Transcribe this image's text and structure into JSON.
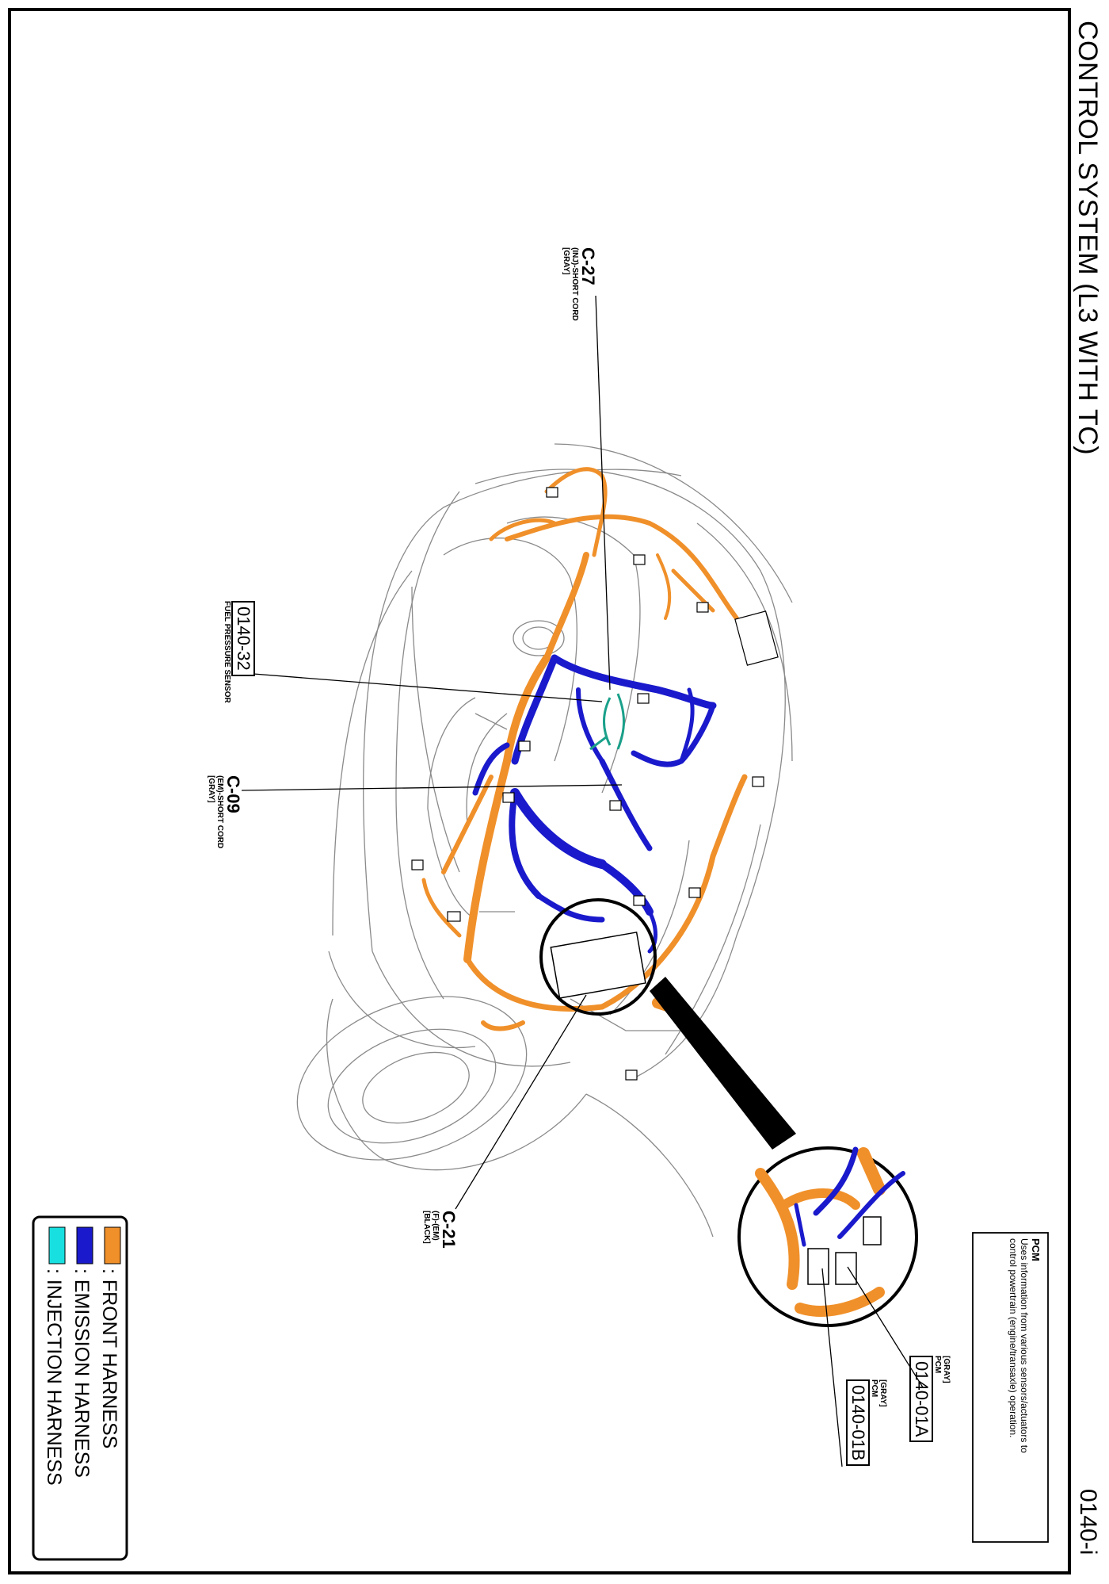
{
  "header": {
    "title": "CONTROL SYSTEM (L3 WITH TC)",
    "page_number": "0140-i"
  },
  "callouts": {
    "c27": {
      "id": "C-27",
      "line1": "(INJ)-SHORT CORD",
      "line2": "[GRAY]"
    },
    "c09": {
      "id": "C-09",
      "line1": "(EM)-SHORT CORD",
      "line2": "[GRAY]"
    },
    "c21": {
      "id": "C-21",
      "line1": "(F)-(EM)",
      "line2": "[BLACK]"
    },
    "fps": {
      "id": "0140-32",
      "line1": "FUEL PRESSURE SENSOR"
    },
    "pcm_a": {
      "id": "0140-01A",
      "line1": "PCM",
      "line2": "[GRAY]"
    },
    "pcm_b": {
      "id": "0140-01B",
      "line1": "PCM",
      "line2": "[GRAY]"
    }
  },
  "pcm_note": {
    "heading": "PCM",
    "line1": "Uses information from various sensors/actuators to",
    "line2": "control powertrain (engine/transaxle) operation."
  },
  "legend": {
    "items": [
      {
        "label": ": FRONT HARNESS",
        "color": "#f0902a"
      },
      {
        "label": ": EMISSION HARNESS",
        "color": "#1a1acc"
      },
      {
        "label": ": INJECTION HARNESS",
        "color": "#19e0e0"
      }
    ]
  }
}
